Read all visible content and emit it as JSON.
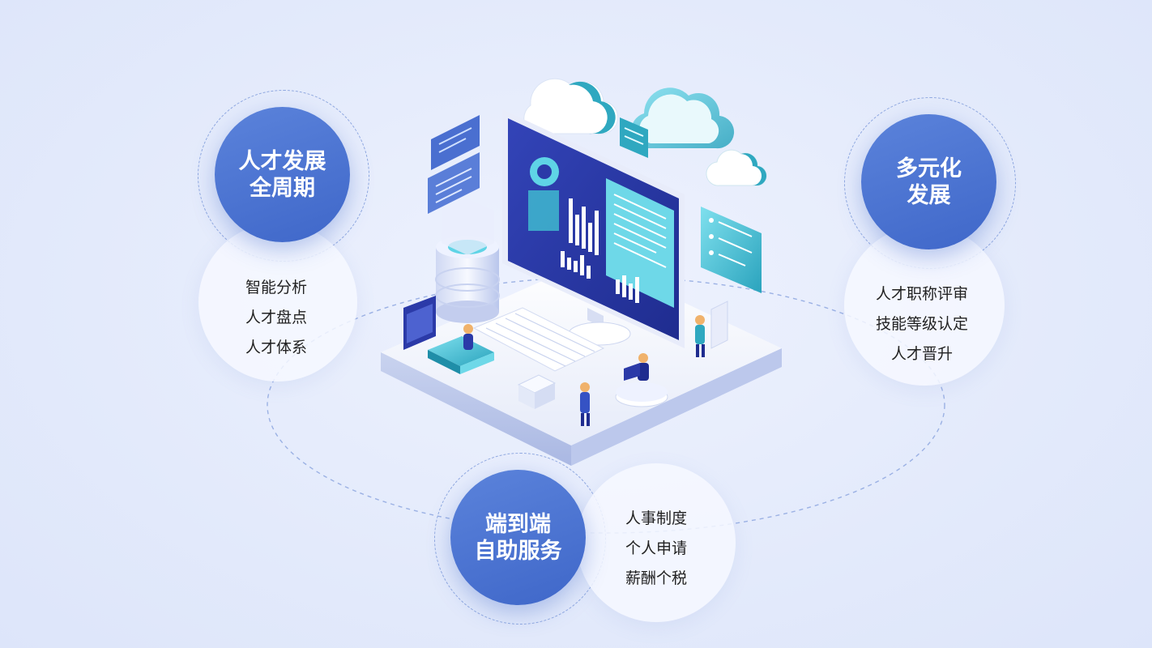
{
  "nodes": {
    "talent_cycle": {
      "title_line1": "人才发展",
      "title_line2": "全周期",
      "items": [
        "智能分析",
        "人才盘点",
        "人才体系"
      ]
    },
    "diverse": {
      "title_line1": "多元化",
      "title_line2": "发展",
      "items": [
        "人才职称评审",
        "技能等级认定",
        "人才晋升"
      ]
    },
    "self_service": {
      "title_line1": "端到端",
      "title_line2": "自助服务",
      "items": [
        "人事制度",
        "个人申请",
        "薪酬个税"
      ]
    }
  },
  "colors": {
    "badge": "#4a73d2",
    "ring": "#8fa8e0",
    "platform": "#f4f6fd",
    "screen": "#2b3aa8",
    "accent_teal": "#36b3c9"
  },
  "illustration": {
    "icons": [
      "cloud-icon",
      "monitor-icon",
      "database-icon",
      "keyboard-icon",
      "person-icon",
      "chart-icon"
    ]
  }
}
